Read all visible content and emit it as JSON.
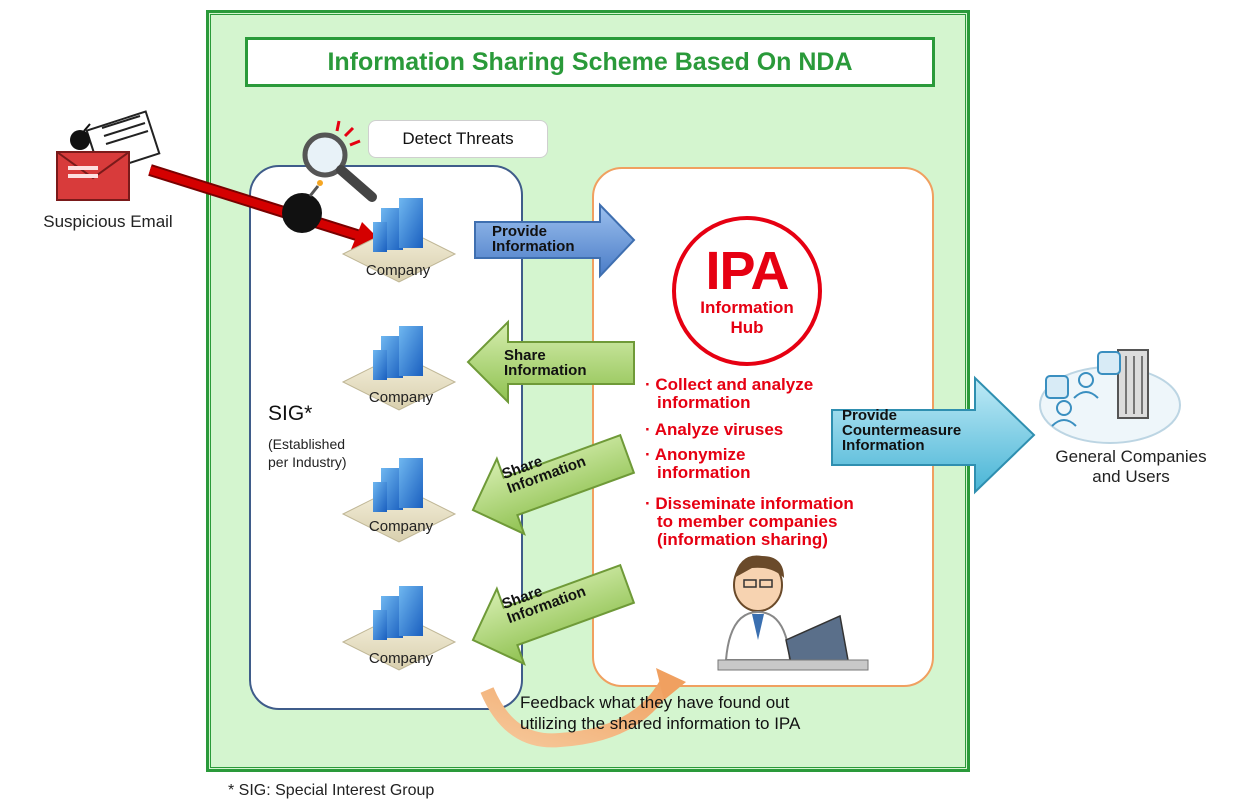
{
  "title": "Information Sharing Scheme Based On NDA",
  "detect_threats": "Detect Threats",
  "suspicious_email": "Suspicious Email",
  "company_label": "Company",
  "provide_information": [
    "Provide",
    "Information"
  ],
  "share_information": [
    "Share",
    "Information"
  ],
  "ipa": {
    "logo": "IPA",
    "subtitle_line1": "Information",
    "subtitle_line2": "Hub"
  },
  "sig": {
    "title": "SIG*",
    "note_line1": "(Established",
    "note_line2": "per Industry)"
  },
  "ipa_tasks": [
    [
      "· Collect and analyze",
      "information"
    ],
    [
      "· Analyze viruses"
    ],
    [
      "· Anonymize",
      "information"
    ],
    [
      "· Disseminate information",
      "to member companies",
      "(information sharing)"
    ]
  ],
  "provide_countermeasure": [
    "Provide",
    "Countermeasure",
    "Information"
  ],
  "general_companies": [
    "General Companies",
    "and Users"
  ],
  "feedback": [
    "Feedback what they have found out",
    "utilizing the shared information to IPA"
  ],
  "footnote": "* SIG: Special Interest Group",
  "colors": {
    "frame_green": "#2a9a3a",
    "frame_fill": "#d4f5cf",
    "ipa_red": "#e60012",
    "sig_border": "#3f5c8a",
    "ipa_border": "#f0a060",
    "provide_arrow": "#5b8fd6",
    "share_arrow": "#a6d264",
    "countermeasure_arrow": "#6fc6de"
  }
}
